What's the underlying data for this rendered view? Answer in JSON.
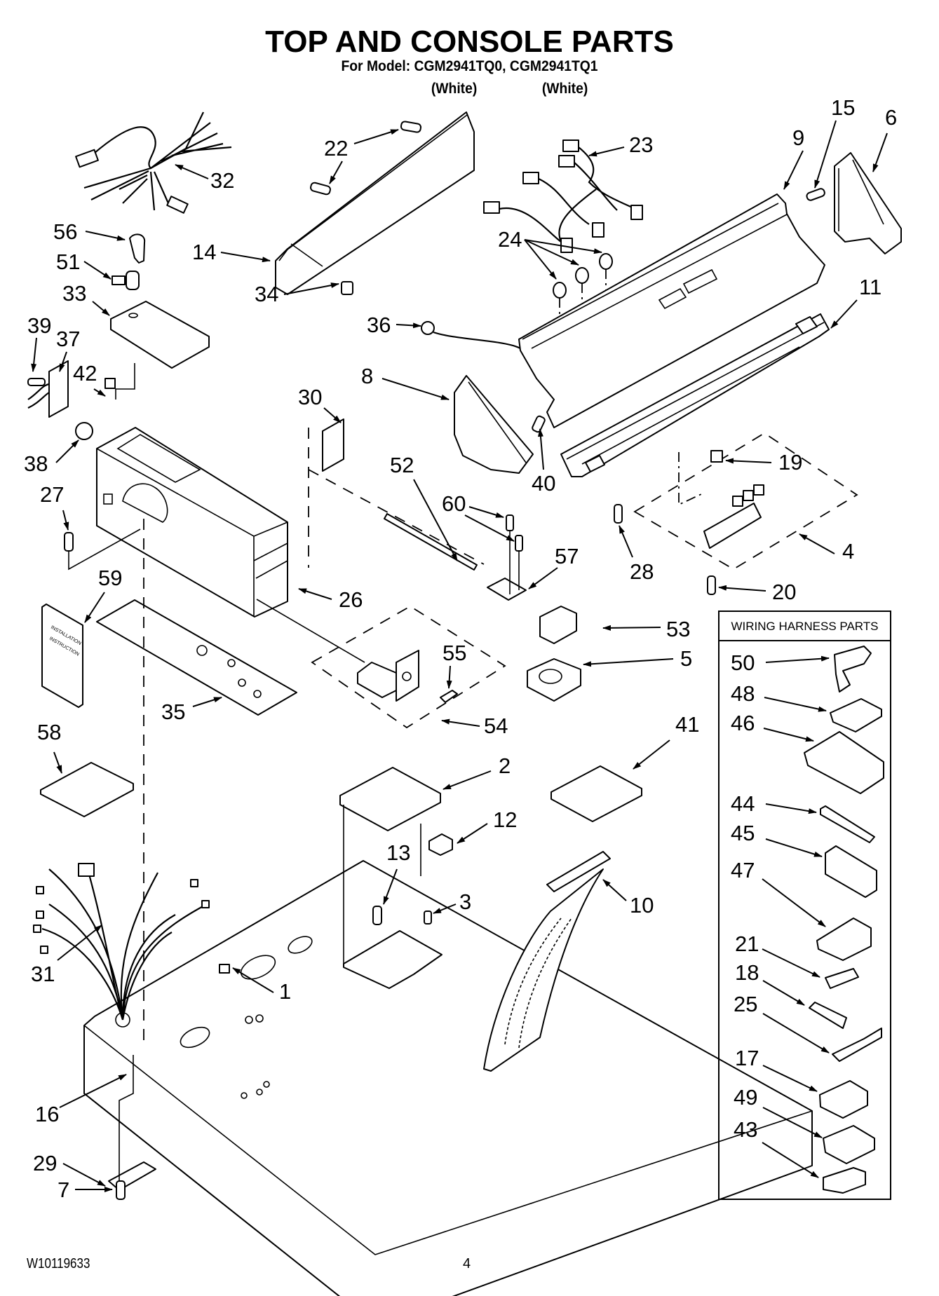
{
  "header": {
    "title": "TOP AND CONSOLE PARTS",
    "subtitle": "For Model: CGM2941TQ0, CGM2941TQ1",
    "variants": [
      "(White)",
      "(White)"
    ]
  },
  "manual_label": {
    "line1": "INSTALLATION",
    "line2": "INSTRUCTION"
  },
  "harness_box": {
    "title": "WIRING HARNESS PARTS",
    "callouts": [
      "50",
      "48",
      "46",
      "44",
      "45",
      "47",
      "21",
      "18",
      "25",
      "17",
      "49",
      "43"
    ]
  },
  "callouts": {
    "c1": "1",
    "c2": "2",
    "c3": "3",
    "c4": "4",
    "c5": "5",
    "c6": "6",
    "c7": "7",
    "c8": "8",
    "c9": "9",
    "c10": "10",
    "c11": "11",
    "c12": "12",
    "c13": "13",
    "c14": "14",
    "c15": "15",
    "c16": "16",
    "c19": "19",
    "c20": "20",
    "c22": "22",
    "c23": "23",
    "c24": "24",
    "c26": "26",
    "c27": "27",
    "c28": "28",
    "c29": "29",
    "c30": "30",
    "c31": "31",
    "c32": "32",
    "c33": "33",
    "c34": "34",
    "c35": "35",
    "c36": "36",
    "c37": "37",
    "c38": "38",
    "c39": "39",
    "c40": "40",
    "c41": "41",
    "c42": "42",
    "c51": "51",
    "c52": "52",
    "c53": "53",
    "c54": "54",
    "c55": "55",
    "c56": "56",
    "c57": "57",
    "c58": "58",
    "c59": "59",
    "c60": "60"
  },
  "footer": {
    "doc_number": "W10119633",
    "page_number": "4"
  }
}
